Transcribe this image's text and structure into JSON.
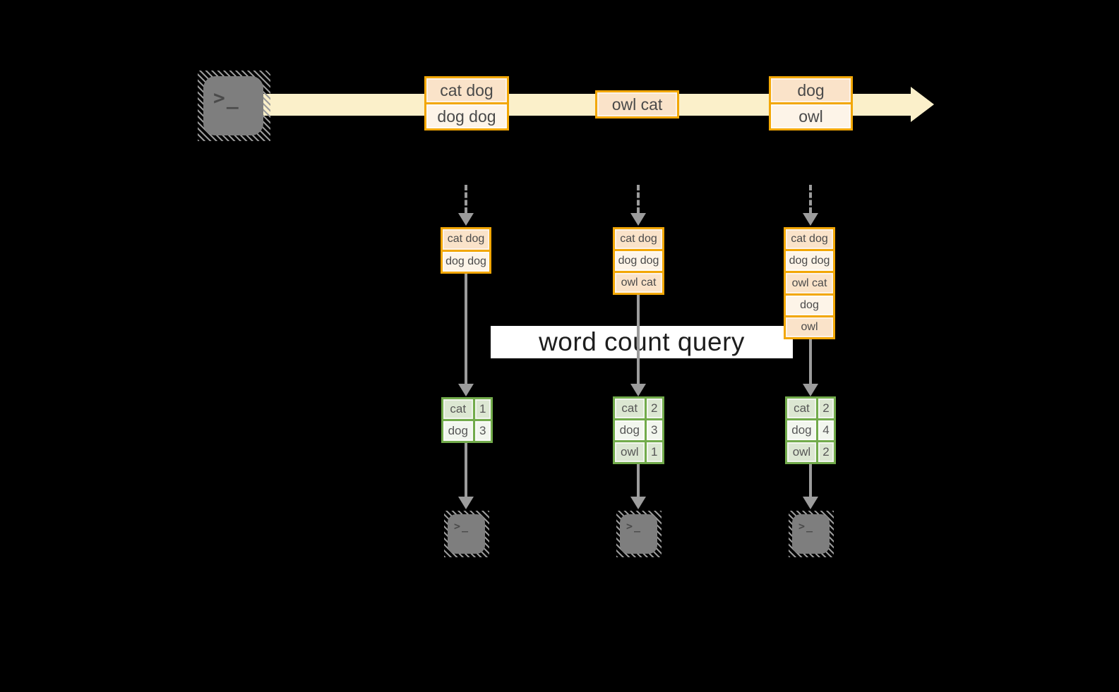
{
  "stream": {
    "boxes": [
      {
        "cells": [
          "cat dog",
          "dog dog"
        ]
      },
      {
        "cells": [
          "owl cat"
        ]
      },
      {
        "cells": [
          "dog",
          "owl"
        ]
      }
    ]
  },
  "query": {
    "label": "word count query"
  },
  "terminal": {
    "glyph": ">_"
  },
  "columns": [
    {
      "buffer": [
        "cat dog",
        "dog dog"
      ],
      "counts": {
        "rows": [
          {
            "word": "cat",
            "count": "1"
          },
          {
            "word": "dog",
            "count": "3"
          }
        ]
      }
    },
    {
      "buffer": [
        "cat dog",
        "dog dog",
        "owl cat"
      ],
      "counts": {
        "rows": [
          {
            "word": "cat",
            "count": "2"
          },
          {
            "word": "dog",
            "count": "3"
          },
          {
            "word": "owl",
            "count": "1"
          }
        ]
      }
    },
    {
      "buffer": [
        "cat dog",
        "dog dog",
        "owl cat",
        "dog",
        "owl"
      ],
      "counts": {
        "rows": [
          {
            "word": "cat",
            "count": "2"
          },
          {
            "word": "dog",
            "count": "4"
          },
          {
            "word": "owl",
            "count": "2"
          }
        ]
      }
    }
  ],
  "colors": {
    "orange_border": "#F2A705",
    "peach_dark": "#FAE3C9",
    "peach_light": "#FDF4E8",
    "green_border": "#72AB4B",
    "green_row_dark": "#DCE7D2",
    "green_row_light": "#F2F6EE",
    "stream_band": "#FBF0CA",
    "arrow_gray": "#9C9C9C",
    "terminal_gray": "#7E7E7E",
    "query_band": "#FFFFFF"
  }
}
